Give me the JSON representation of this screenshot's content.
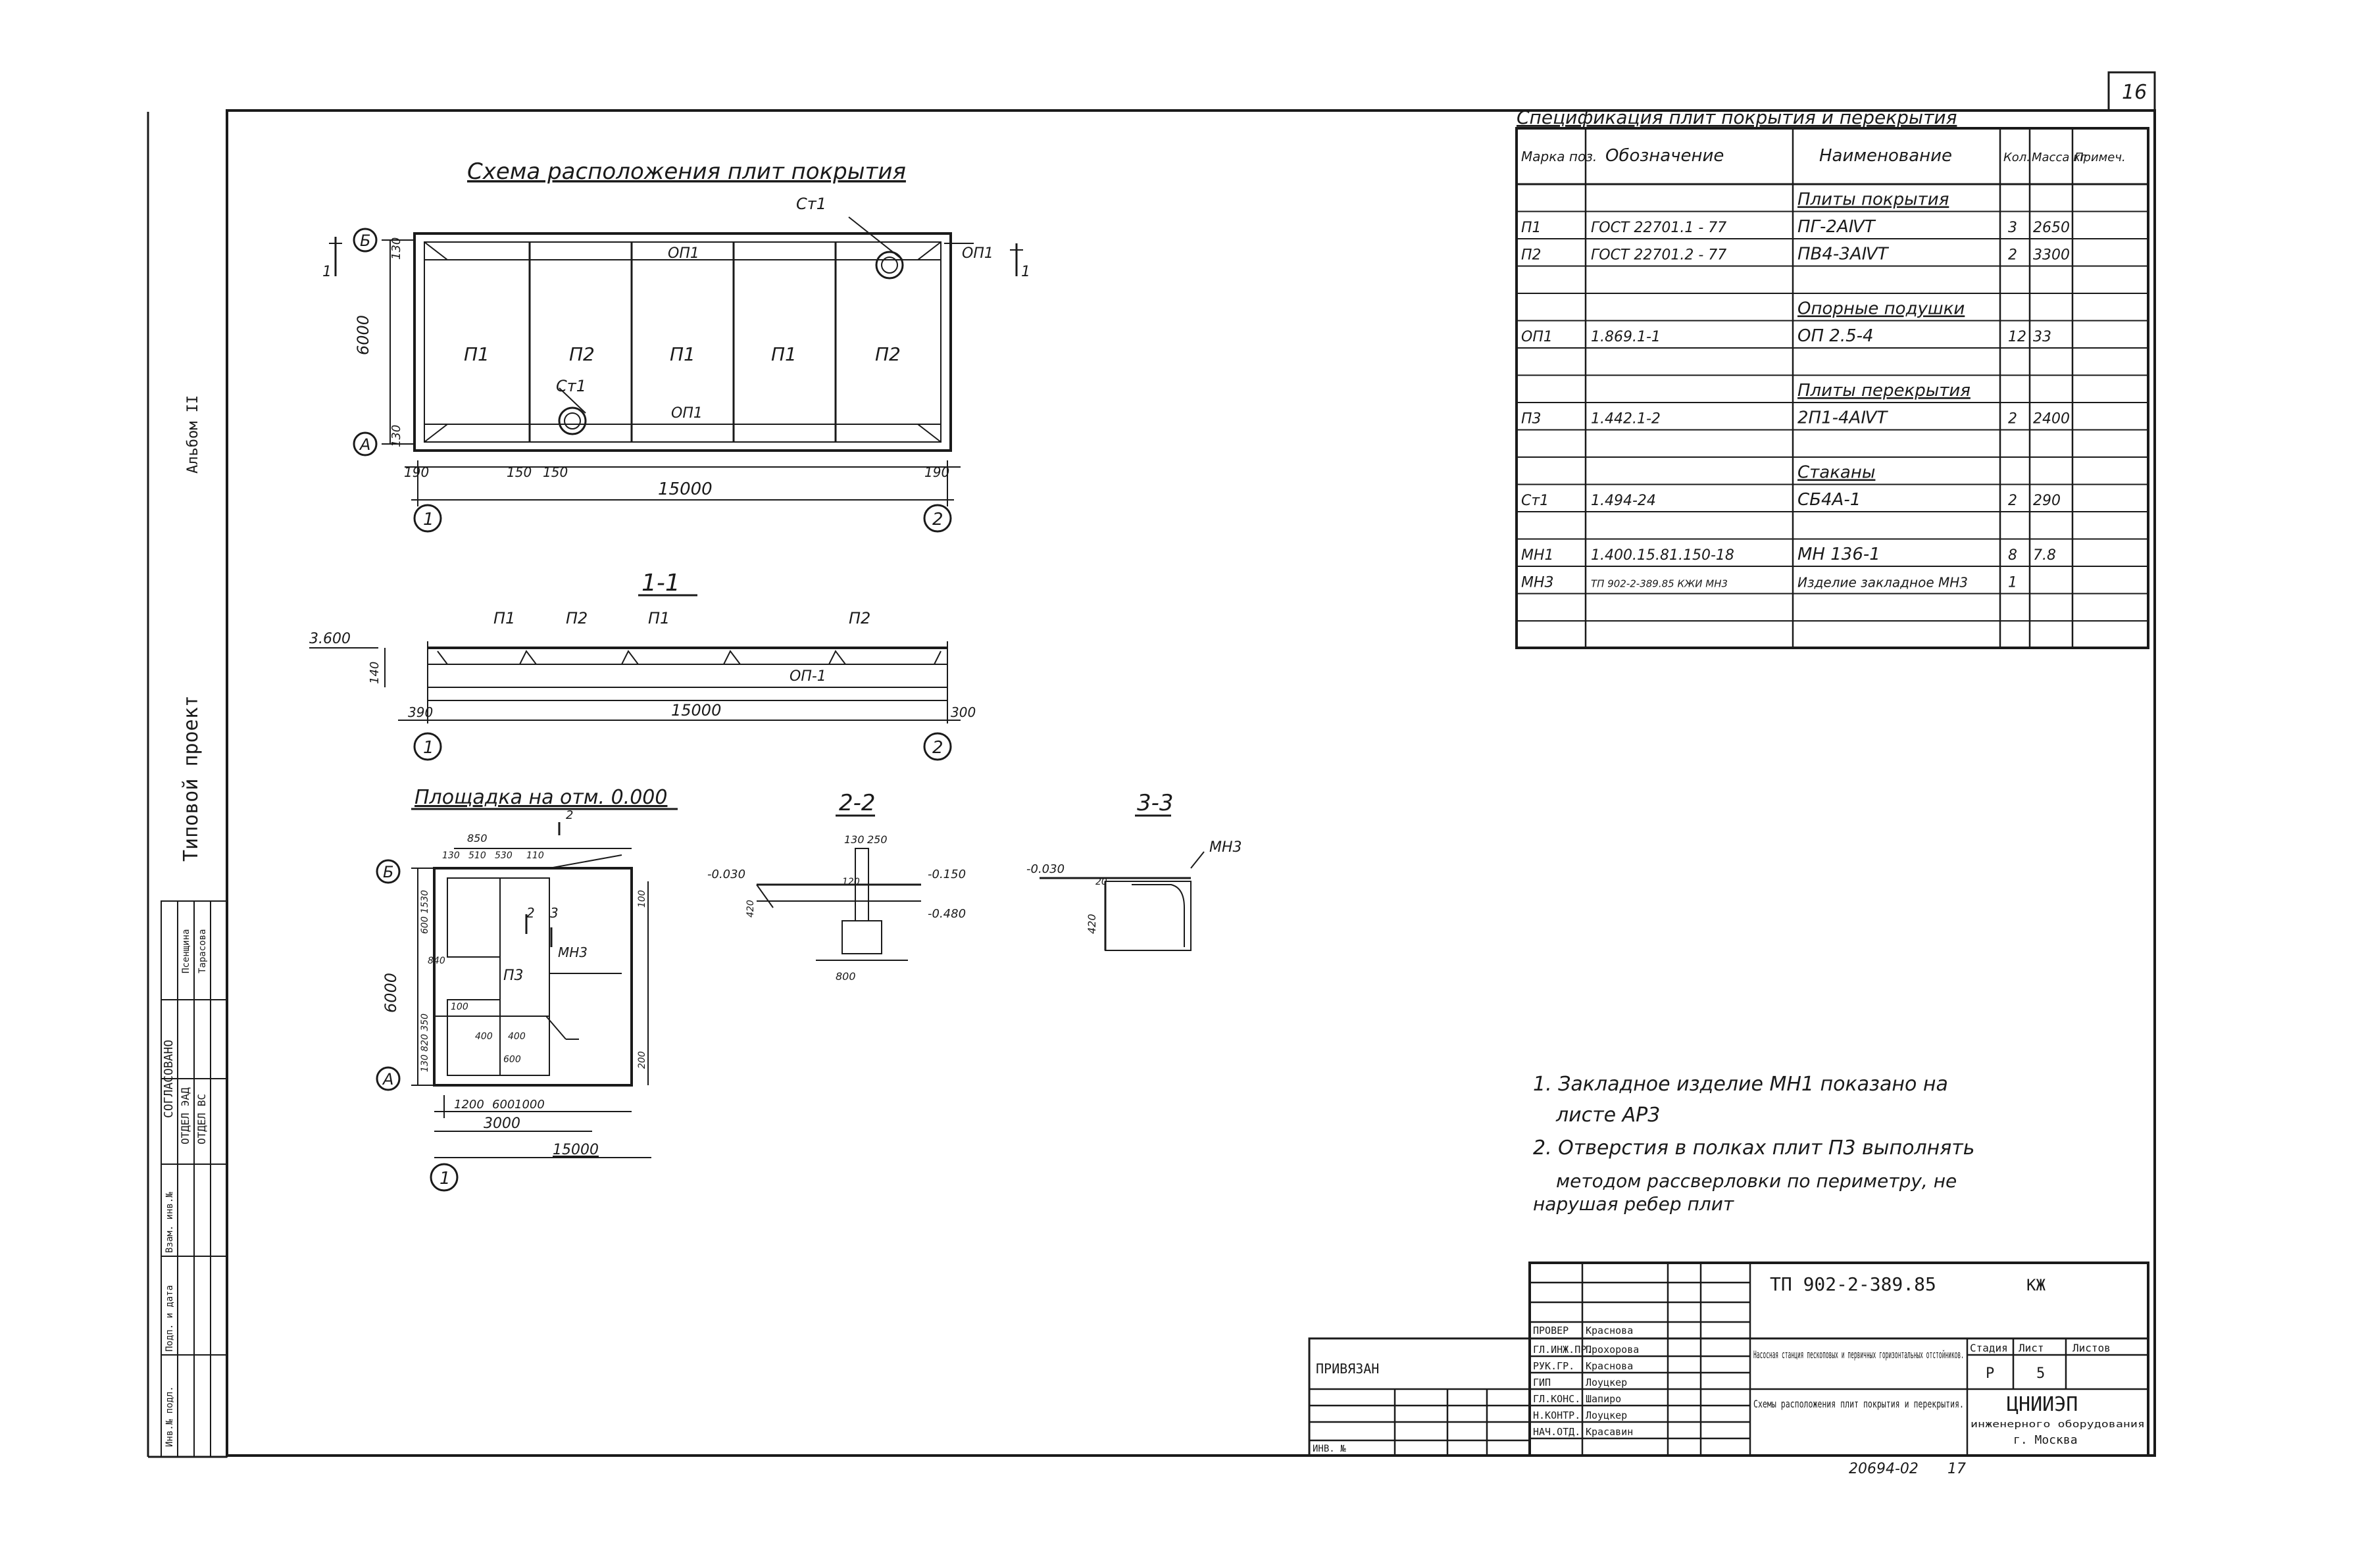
{
  "sheet_number": "16",
  "scheme": {
    "title": "Схема расположения плит покрытия",
    "dim_span": "15000",
    "dim_width": "6000",
    "dim_edge_left": "190",
    "dim_edge_right": "190",
    "dim_top": "130",
    "dim_bottom": "130",
    "dim_mid_a": "150",
    "dim_mid_b": "150",
    "axis_b": "Б",
    "axis_a": "А",
    "axis_1": "1",
    "axis_2": "2",
    "slabs": [
      "П1",
      "П2",
      "П1",
      "П1",
      "П2"
    ],
    "op_top": "ОП1",
    "op_bottom": "ОП1",
    "op_side": "ОП1",
    "cup_top": "Ст1",
    "cup_bottom": "Ст1",
    "cut_mark": "1"
  },
  "section11": {
    "title": "1-1",
    "level": "3.600",
    "height": "140",
    "span": "15000",
    "edge_left": "390",
    "edge_right": "300",
    "labels": [
      "П1",
      "П2",
      "П1",
      "П2"
    ],
    "op": "ОП-1",
    "axis_1": "1",
    "axis_2": "2"
  },
  "platform": {
    "title": "Площадка на отм. 0.000",
    "dims_top": [
      "850",
      "130",
      "510",
      "530",
      "110",
      "2"
    ],
    "dim_total": "6000",
    "dim_left_upper": "600 1530",
    "dim_left_lower": "130 820 350",
    "dim_right_upper": "100",
    "dim_right_lower": "200",
    "dims_bottom": [
      "1200",
      "600",
      "1000"
    ],
    "dim_3000": "3000",
    "dim_15000": "15000",
    "p3": "П3",
    "mn3": "МН3",
    "cut_2": "2",
    "cut_3": "3",
    "inner_vals": [
      "840",
      "100",
      "400",
      "400",
      "600"
    ],
    "axis_b": "Б",
    "axis_a": "А",
    "axis_1": "1"
  },
  "section22": {
    "title": "2-2",
    "levels": [
      "-0.030",
      "-0.150",
      "-0.480"
    ],
    "dims": [
      "130",
      "250",
      "120",
      "420",
      "800"
    ]
  },
  "section33": {
    "title": "3-3",
    "level": "-0.030",
    "label": "МН3",
    "dims": [
      "20",
      "420"
    ]
  },
  "spec": {
    "title": "Спецификация плит покрытия и перекрытия",
    "headers": [
      "Марка поз.",
      "Обозначение",
      "Наименование",
      "Кол.",
      "Масса кг",
      "Примеч."
    ],
    "rows": [
      [
        "",
        "",
        "Плиты покрытия",
        "",
        "",
        ""
      ],
      [
        "П1",
        "ГОСТ 22701.1 - 77",
        "ПГ-2АⅣТ",
        "3",
        "2650",
        ""
      ],
      [
        "П2",
        "ГОСТ 22701.2 - 77",
        "ПВ4-3АⅣТ",
        "2",
        "3300",
        ""
      ],
      [
        "",
        "",
        "",
        "",
        "",
        ""
      ],
      [
        "",
        "",
        "Опорные подушки",
        "",
        "",
        ""
      ],
      [
        "ОП1",
        "1.869.1-1",
        "ОП 2.5-4",
        "12",
        "33",
        ""
      ],
      [
        "",
        "",
        "",
        "",
        "",
        ""
      ],
      [
        "",
        "",
        "Плиты перекрытия",
        "",
        "",
        ""
      ],
      [
        "П3",
        "1.442.1-2",
        "2П1-4АⅣТ",
        "2",
        "2400",
        ""
      ],
      [
        "",
        "",
        "",
        "",
        "",
        ""
      ],
      [
        "",
        "",
        "Стаканы",
        "",
        "",
        ""
      ],
      [
        "Ст1",
        "1.494-24",
        "СБ4А-1",
        "2",
        "290",
        ""
      ],
      [
        "",
        "",
        "",
        "",
        "",
        ""
      ],
      [
        "МН1",
        "1.400.15.81.150-18",
        "МН 136-1",
        "8",
        "7.8",
        ""
      ],
      [
        "МН3",
        "ТП 902-2-389.85 КЖИ МН3",
        "Изделие закладное МН3",
        "1",
        "",
        ""
      ],
      [
        "",
        "",
        "",
        "",
        "",
        ""
      ],
      [
        "",
        "",
        "",
        "",
        "",
        ""
      ]
    ]
  },
  "notes": [
    "1. Закладное изделие МН1 показано на",
    "листе АР3",
    "2. Отверстия в полках плит П3 выполнять",
    "методом рассверловки по периметру, не",
    "нарушая ребер плит"
  ],
  "side": {
    "album": "Альбом II",
    "project": "Типовой проект",
    "agreed": "СОГЛАСОВАНО",
    "dept_ea": "ОТДЕЛ ЭАД",
    "dept_vs": "ОТДЕЛ ВС",
    "sig1": "Псенщина",
    "sig2": "Тарасова",
    "inv_labels": [
      "Инв.№ подл.",
      "Подп. и дата",
      "Взам. инв.№"
    ]
  },
  "stamp": {
    "code": "ТП 902-2-389.85",
    "section": "КЖ",
    "linked": "ПРИВЯЗАН",
    "inv": "ИНВ. №",
    "roles": [
      "ПРОВЕР",
      "ГЛ.ИНЖ.ПР.",
      "РУК.ГР.",
      "ГИП",
      "ГЛ.КОНС.",
      "Н.КОНТР.",
      "НАЧ.ОТД."
    ],
    "names": [
      "Краснова",
      "Прохорова",
      "Краснова",
      "Лоуцкер",
      "Шапиро",
      "Лоуцкер",
      "Красавин"
    ],
    "title1": "Насосная станция пескоповых и первичных горизонтальных отстойников.",
    "title2": "Схемы расположения плит покрытия и перекрытия.",
    "stage_h": "Стадия",
    "sheet_h": "Лист",
    "sheets_h": "Листов",
    "stage": "Р",
    "sheet": "5",
    "sheets": "",
    "org": "ЦНИИЭП",
    "org2": "инженерного оборудования",
    "org3": "г. Москва",
    "bottom_code": "20694-02",
    "bottom_num": "17"
  }
}
